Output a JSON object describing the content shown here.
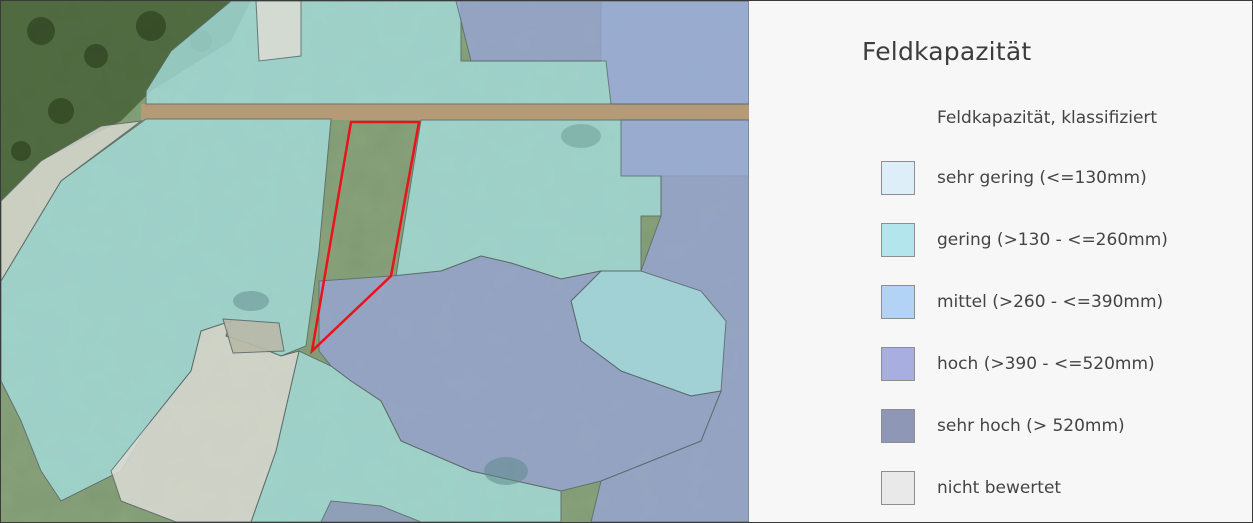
{
  "legend": {
    "title": "Feldkapazität",
    "subtitle": "Feldkapazität, klassifiziert",
    "items": [
      {
        "label": "sehr gering (<=130mm)",
        "color": "#ddeef8"
      },
      {
        "label": "gering (>130 - <=260mm)",
        "color": "#b2e6ec"
      },
      {
        "label": "mittel (>260 - <=390mm)",
        "color": "#b3d3f6"
      },
      {
        "label": "hoch (>390 - <=520mm)",
        "color": "#a8aee0"
      },
      {
        "label": "sehr hoch (> 520mm)",
        "color": "#8e97b6"
      },
      {
        "label": "nicht bewertet",
        "color": "#e9e9e9"
      }
    ]
  },
  "map": {
    "colors": {
      "selection_outline": "#e8141c",
      "class_gering": "#9fd6d4",
      "class_hoch": "#97a3cf",
      "class_sehr_hoch": "#8e97b6",
      "class_nicht_bewertet": "#d8d8d0",
      "path": "#b59a78"
    }
  }
}
